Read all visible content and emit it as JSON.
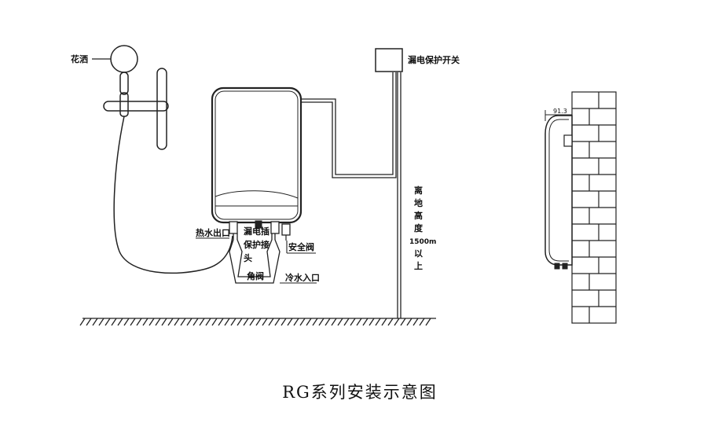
{
  "diagram": {
    "labels": {
      "shower_head": "花洒",
      "leakage_switch": "漏电保护开关",
      "hot_water_outlet": "热水出口",
      "leakage_plug_line1": "漏电插",
      "leakage_plug_line2": "保护接",
      "leakage_plug_line3": "头",
      "safety_valve": "安全阀",
      "angle_valve": "角阀",
      "cold_water_inlet": "冷水入口",
      "height_chars": [
        "离",
        "地",
        "高",
        "度",
        "1500m",
        "以",
        "上"
      ],
      "side_dimension": "91.3"
    },
    "caption": "RG系列安装示意图"
  }
}
